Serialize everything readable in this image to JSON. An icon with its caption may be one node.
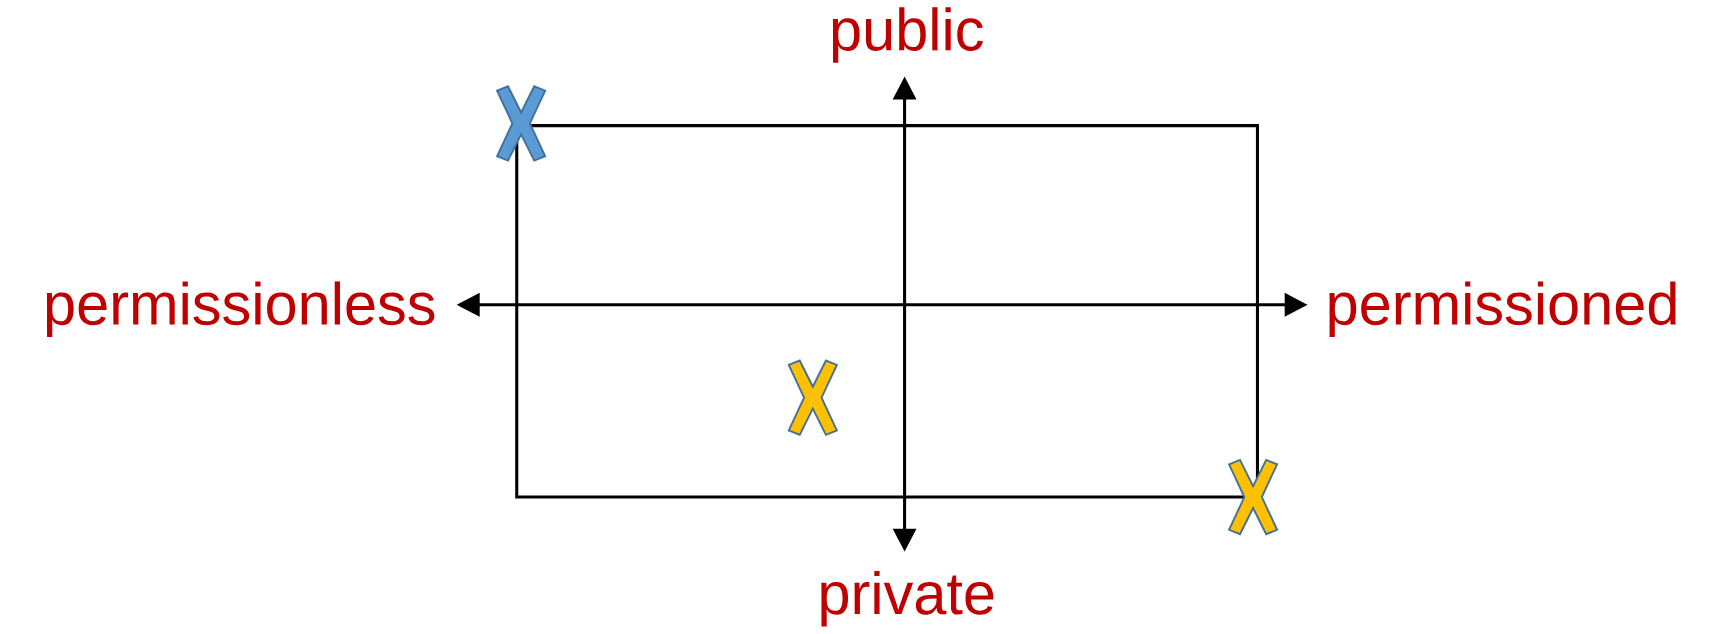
{
  "diagram": {
    "nodes": [
      {
        "text": [],
        "shape": "cross"
      },
      {
        "text": [],
        "shape": "cross"
      },
      {
        "text": [],
        "shape": "cross"
      }
    ],
    "labels": [
      "public",
      "permissionless",
      "permissioned",
      "private"
    ]
  }
}
